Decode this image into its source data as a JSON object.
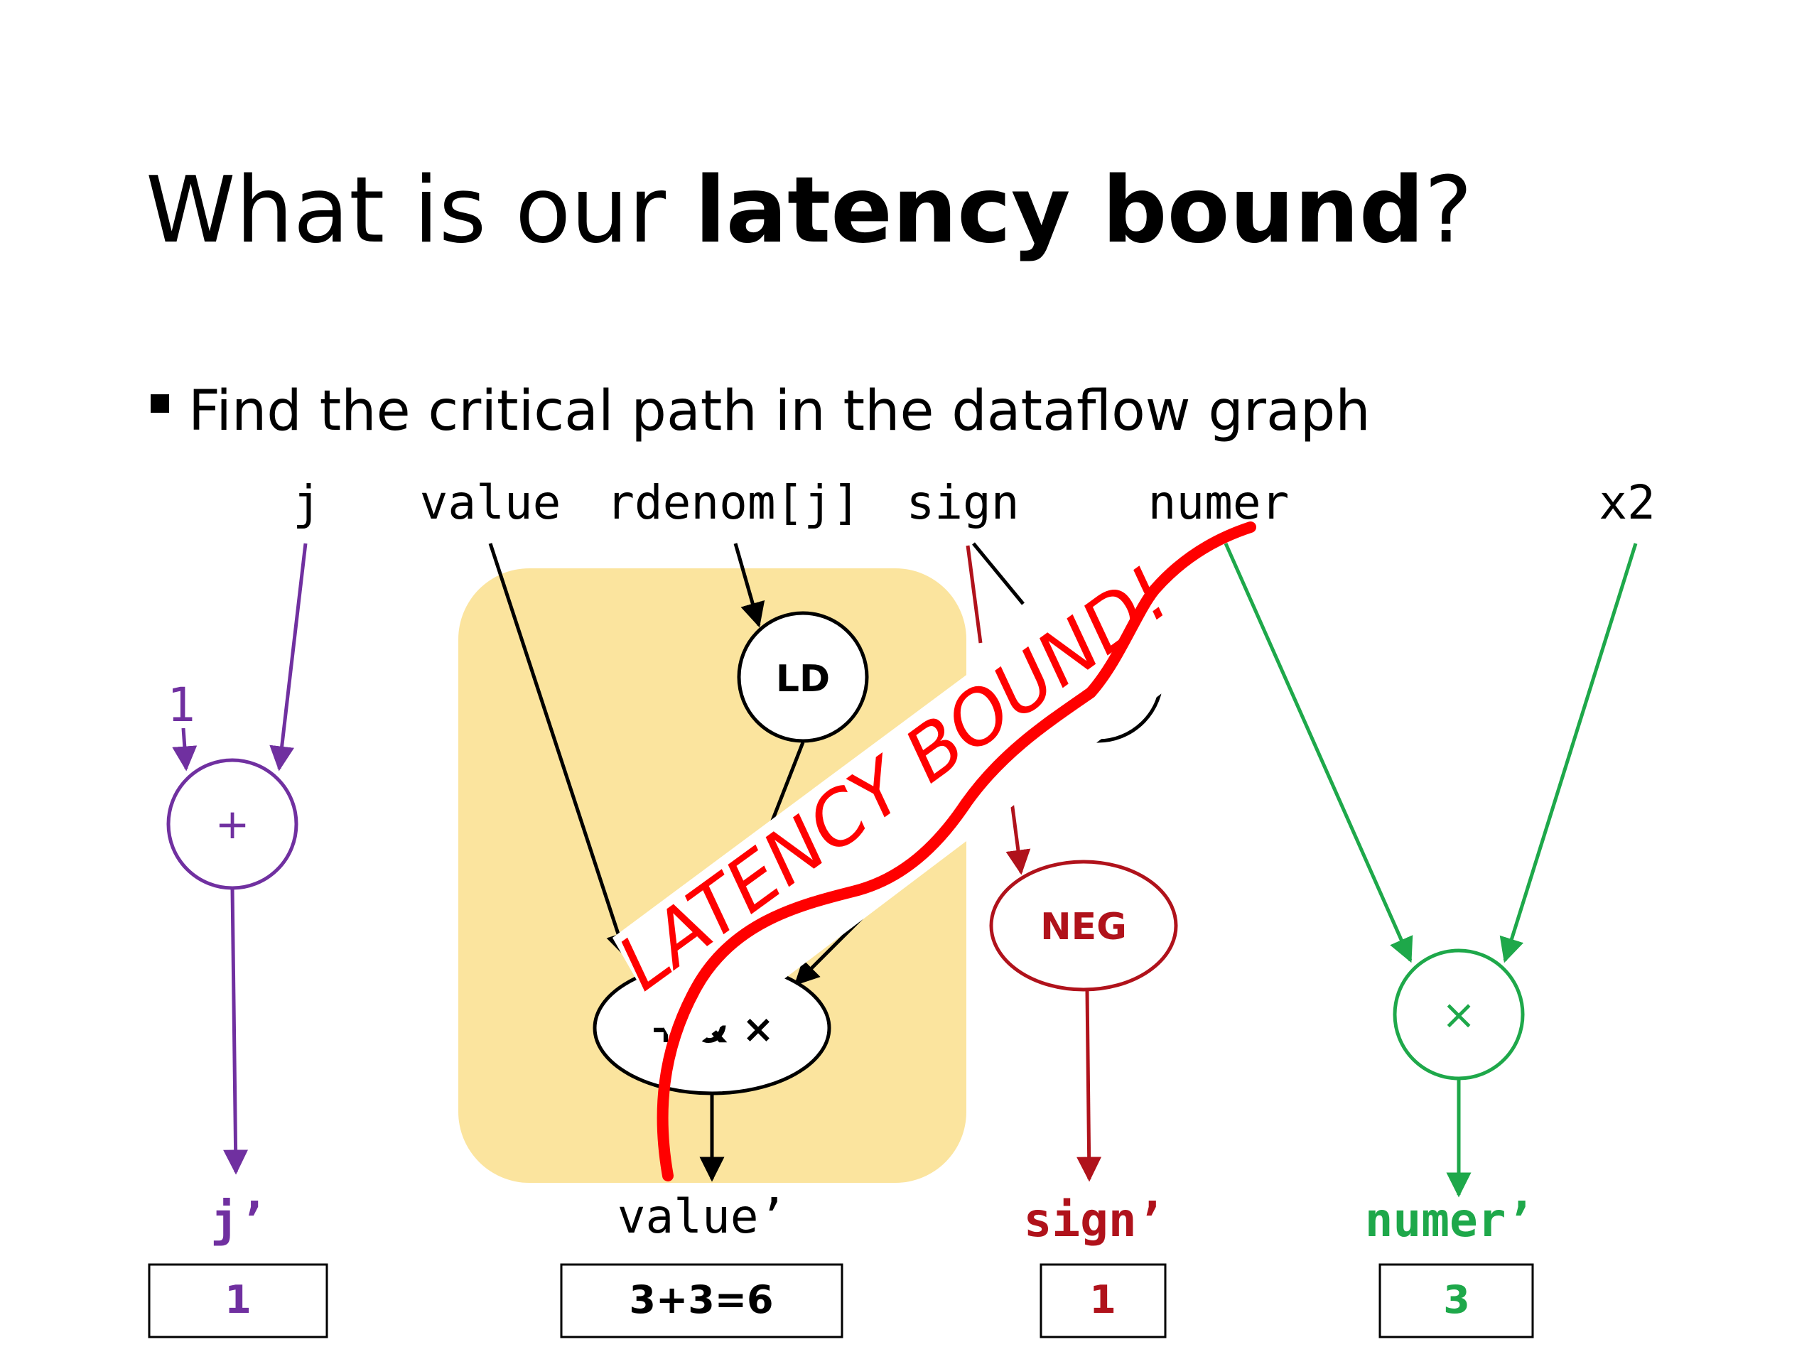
{
  "slide": {
    "title_normal": "What is our ",
    "title_bold": "latency bound",
    "title_end": "?",
    "bullet": "Find the critical path in the dataflow graph"
  },
  "inputs": {
    "j": "j",
    "value": "value",
    "rdenom": "rdenom[j]",
    "sign": "sign",
    "numer": "numer",
    "x2": "x2",
    "one": "1"
  },
  "nodes": {
    "add": "+",
    "ld": "LD",
    "fma": "+ & ×",
    "neg": "NEG",
    "mul": "×"
  },
  "outputs": [
    {
      "label": "j’",
      "value": "1",
      "color": "#7030a0"
    },
    {
      "label": "value’",
      "value": "3+3=6",
      "color": "#000000"
    },
    {
      "label": "sign’",
      "value": "1",
      "color": "#b0121b"
    },
    {
      "label": "numer’",
      "value": "3",
      "color": "#1ea84a"
    }
  ],
  "annotation": {
    "text": "LATENCY BOUND!",
    "color": "#ff0000"
  },
  "colors": {
    "purple": "#7030a0",
    "dark_red": "#b0121b",
    "green": "#1ea84a",
    "highlight": "#fbe49e",
    "annotation_red": "#ff0000"
  }
}
